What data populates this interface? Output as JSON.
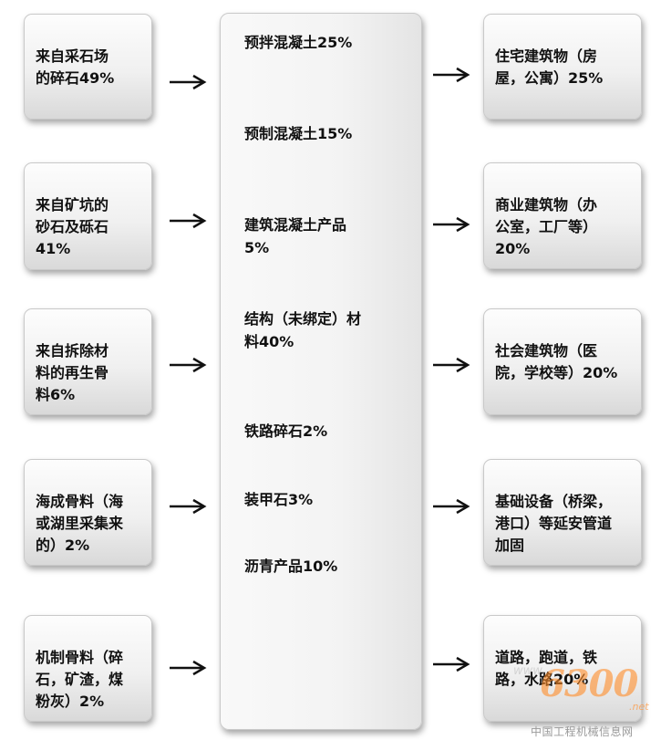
{
  "sources": [
    "来自采石场\n的碎石49%",
    "来自矿坑的\n砂石及砾石\n41%",
    "来自拆除材\n料的再生骨\n料6%",
    "海成骨料（海\n或湖里采集来\n的）2%",
    "机制骨料（碎\n石，矿渣，煤\n粉灰）2%"
  ],
  "products": [
    "预拌混凝土25%",
    "预制混凝土15%",
    "建筑混凝土产品\n5%",
    "结构（未绑定）材\n料40%",
    "铁路碎石2%",
    "装甲石3%",
    "沥青产品10%"
  ],
  "uses": [
    "住宅建筑物（房\n屋，公寓）25%",
    "商业建筑物（办\n公室，工厂等）\n20%",
    "社会建筑物（医\n院，学校等）20%",
    "基础设备（桥梁，\n港口）等延安管道\n加固",
    "道路，跑道，铁\n路，水路20%"
  ],
  "watermark": {
    "www": "www.",
    "number": "6300",
    "net": ".net",
    "site_name": "中国工程机械信息网"
  },
  "colors": {
    "arrow": "#111111",
    "box_border": "#c9c9c9",
    "watermark_orange": "#ff8c28"
  }
}
